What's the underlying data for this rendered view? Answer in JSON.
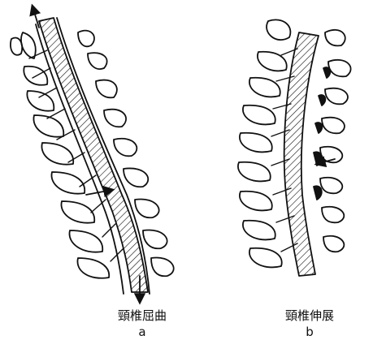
{
  "figure": {
    "panel_a": {
      "title": "頸椎屈曲",
      "letter": "a"
    },
    "panel_b": {
      "title": "頸椎伸展",
      "letter": "b"
    }
  }
}
